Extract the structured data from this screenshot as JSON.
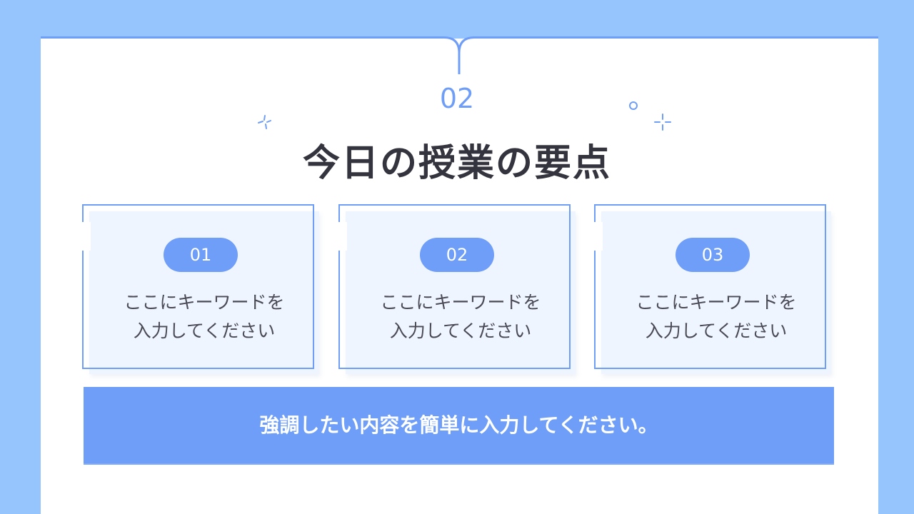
{
  "slide": {
    "section_number": "02",
    "title": "今日の授業の要点",
    "cards": [
      {
        "number": "01",
        "line1": "ここにキーワードを",
        "line2": "入力してください"
      },
      {
        "number": "02",
        "line1": "ここにキーワードを",
        "line2": "入力してください"
      },
      {
        "number": "03",
        "line1": "ここにキーワードを",
        "line2": "入力してください"
      }
    ],
    "banner_text": "強調したい内容を簡単に入力してください。"
  },
  "colors": {
    "background": "#96c5fd",
    "accent": "#6f9ef8",
    "card_fill": "#eef5ff",
    "title_text": "#34343f",
    "body_text": "#4a4a55"
  },
  "decorations": [
    "sparkle-icon",
    "circle-icon",
    "plus-sparkle-icon"
  ]
}
